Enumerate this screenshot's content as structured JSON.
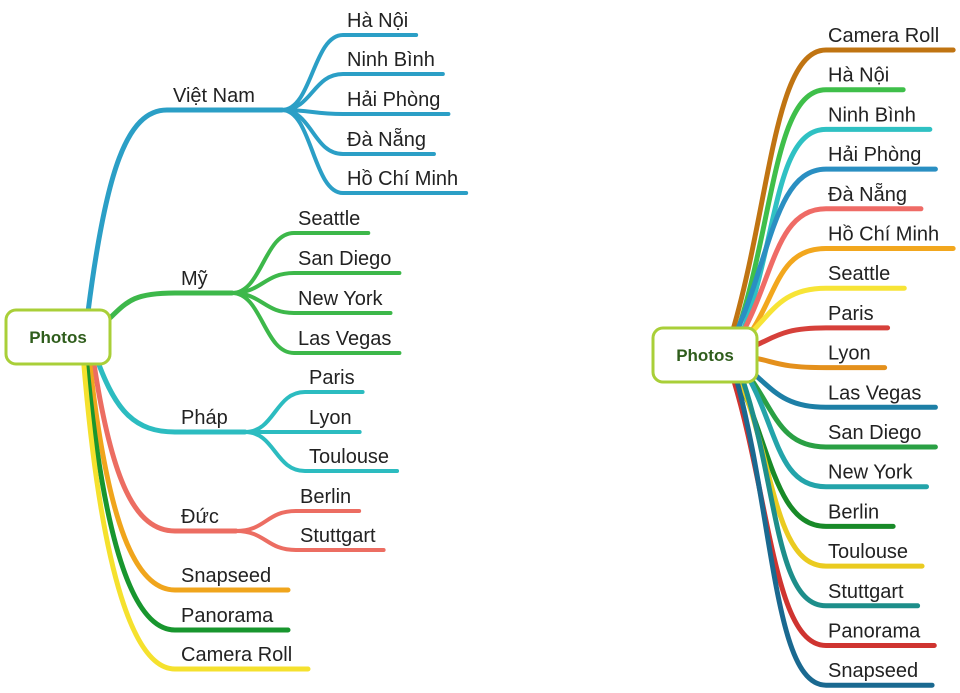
{
  "diagrams": [
    {
      "root": "Photos",
      "branches": [
        {
          "label": "Việt Nam",
          "color": "#2b9fc6",
          "children": [
            {
              "label": "Hà Nội"
            },
            {
              "label": "Ninh Bình"
            },
            {
              "label": "Hải Phòng"
            },
            {
              "label": "Đà Nẵng"
            },
            {
              "label": "Hồ Chí Minh"
            }
          ]
        },
        {
          "label": "Mỹ",
          "color": "#3db84a",
          "children": [
            {
              "label": "Seattle"
            },
            {
              "label": "San Diego"
            },
            {
              "label": "New York"
            },
            {
              "label": "Las Vegas"
            }
          ]
        },
        {
          "label": "Pháp",
          "color": "#2cbcc0",
          "children": [
            {
              "label": "Paris"
            },
            {
              "label": "Lyon"
            },
            {
              "label": "Toulouse"
            }
          ]
        },
        {
          "label": "Đức",
          "color": "#ec6d62",
          "children": [
            {
              "label": "Berlin"
            },
            {
              "label": "Stuttgart"
            }
          ]
        },
        {
          "label": "Snapseed",
          "color": "#f0a51c",
          "children": []
        },
        {
          "label": "Panorama",
          "color": "#18962e",
          "children": []
        },
        {
          "label": "Camera Roll",
          "color": "#f5e12e",
          "children": []
        }
      ]
    },
    {
      "root": "Photos",
      "branches": [
        {
          "label": "Camera Roll",
          "color": "#c07412"
        },
        {
          "label": "Hà Nội",
          "color": "#3fbf4a"
        },
        {
          "label": "Ninh Bình",
          "color": "#2fc1c3"
        },
        {
          "label": "Hải Phòng",
          "color": "#2a8fc2"
        },
        {
          "label": "Đà Nẵng",
          "color": "#ef6b66"
        },
        {
          "label": "Hồ Chí Minh",
          "color": "#f2a71e"
        },
        {
          "label": "Seattle",
          "color": "#f7e436"
        },
        {
          "label": "Paris",
          "color": "#d6403a"
        },
        {
          "label": "Lyon",
          "color": "#e4901c"
        },
        {
          "label": "Las Vegas",
          "color": "#1d7fa6"
        },
        {
          "label": "San Diego",
          "color": "#2aa044"
        },
        {
          "label": "New York",
          "color": "#23a4aa"
        },
        {
          "label": "Berlin",
          "color": "#188a28"
        },
        {
          "label": "Toulouse",
          "color": "#eacb20"
        },
        {
          "label": "Stuttgart",
          "color": "#1d8e8a"
        },
        {
          "label": "Panorama",
          "color": "#cf3430"
        },
        {
          "label": "Snapseed",
          "color": "#1a6990"
        }
      ]
    }
  ],
  "root_style": {
    "border": "#a9cf38",
    "text": "#2f5d1c"
  }
}
